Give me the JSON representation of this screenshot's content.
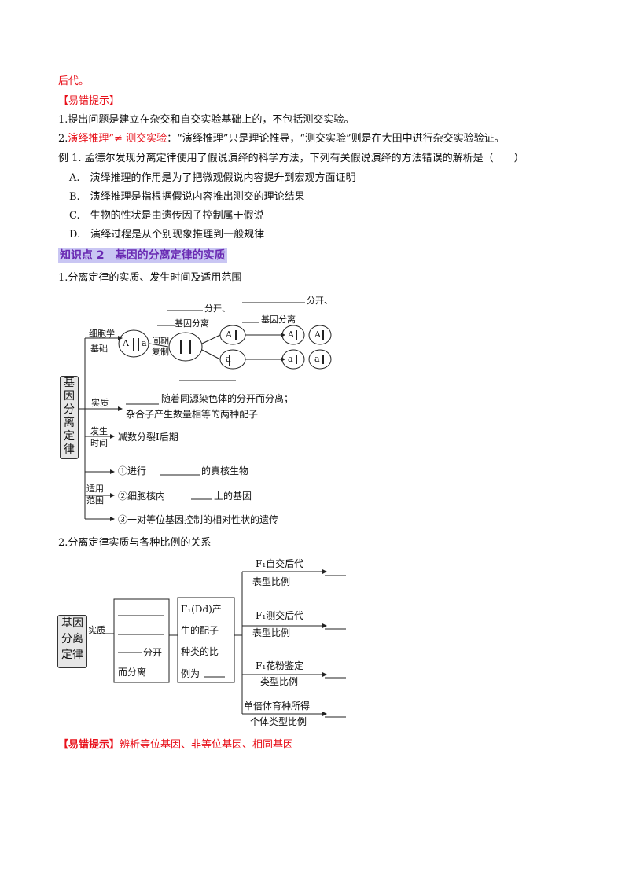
{
  "top": {
    "line_red": "后代。",
    "tip1_label": "【易错提示】",
    "tip1_item1": "1.提出问题是建立在杂交和自交实验基础上的，不包括测交实验。",
    "tip1_item2_num": "2.",
    "tip1_item2_red": "演绎推理”≠ 测交实验",
    "tip1_item2_rest": "：“演绎推理”只是理论推导，“测交实验”则是在大田中进行杂交实验验证。"
  },
  "example": {
    "question": "例 1. 孟德尔发现分离定律使用了假说演绎的科学方法，下列有关假说演绎的方法错误的解析是（　　）",
    "options": [
      "A.　演绎推理的作用是为了把微观假说内容提升到宏观方面证明",
      "B.　演绎推理是指根据假说内容推出测交的理论结果",
      "C.　生物的性状是由遗传因子控制属于假说",
      "D.　演绎过程是从个别现象推理到一般规律"
    ]
  },
  "section": {
    "heading": "知识点 2　基因的分离定律的实质",
    "sub1": "1.分离定律的实质、发生时间及适用范围",
    "sub2": "2.分离定律实质与各种比例的关系"
  },
  "diagram1": {
    "root_chars": [
      "基",
      "因",
      "分",
      "离",
      "定",
      "律"
    ],
    "cell_basis_1": "细胞学",
    "cell_basis_2": "基础",
    "interphase_1": "间期",
    "interphase_2": "复制",
    "split_1": "分开、",
    "gene_sep_1": "基因分离",
    "split_2": "分开、",
    "gene_sep_2": "基因分离",
    "essence_label": "实质",
    "essence_line1": "随着同源染色体的分开而分离；",
    "essence_line2": "杂合子产生数量相等的两种配子",
    "occur_1": "发生",
    "occur_2": "时间",
    "occur_value": "减数分裂Ⅰ后期",
    "scope_1": "适用",
    "scope_2": "范围",
    "scope_item1_pre": "①进行",
    "scope_item1_post": "的真核生物",
    "scope_item2_pre": "②细胞核内",
    "scope_item2_post": "上的基因",
    "scope_item3": "③一对等位基因控制的相对性状的遗传",
    "allele_A": "A",
    "allele_a": "a"
  },
  "diagram2": {
    "root_chars": [
      "基因",
      "分离",
      "定律"
    ],
    "essence_label": "实质",
    "box1_split": "分开",
    "box1_sep": "而分离",
    "box2_lines": [
      "F₁(Dd)产",
      "生的配子",
      "种类的比",
      "例为"
    ],
    "r1_top": "F₁自交后代",
    "r1_bottom": "表型比例",
    "r2_top": "F₁测交后代",
    "r2_bottom": "表型比例",
    "r3_top": "F₁花粉鉴定",
    "r3_bottom": "类型比例",
    "r4_top": "单倍体育种所得",
    "r4_bottom": "个体类型比例"
  },
  "bottom": {
    "tip_label": "【易错提示】",
    "tip_text": "辨析等位基因、非等位基因、相同基因"
  }
}
